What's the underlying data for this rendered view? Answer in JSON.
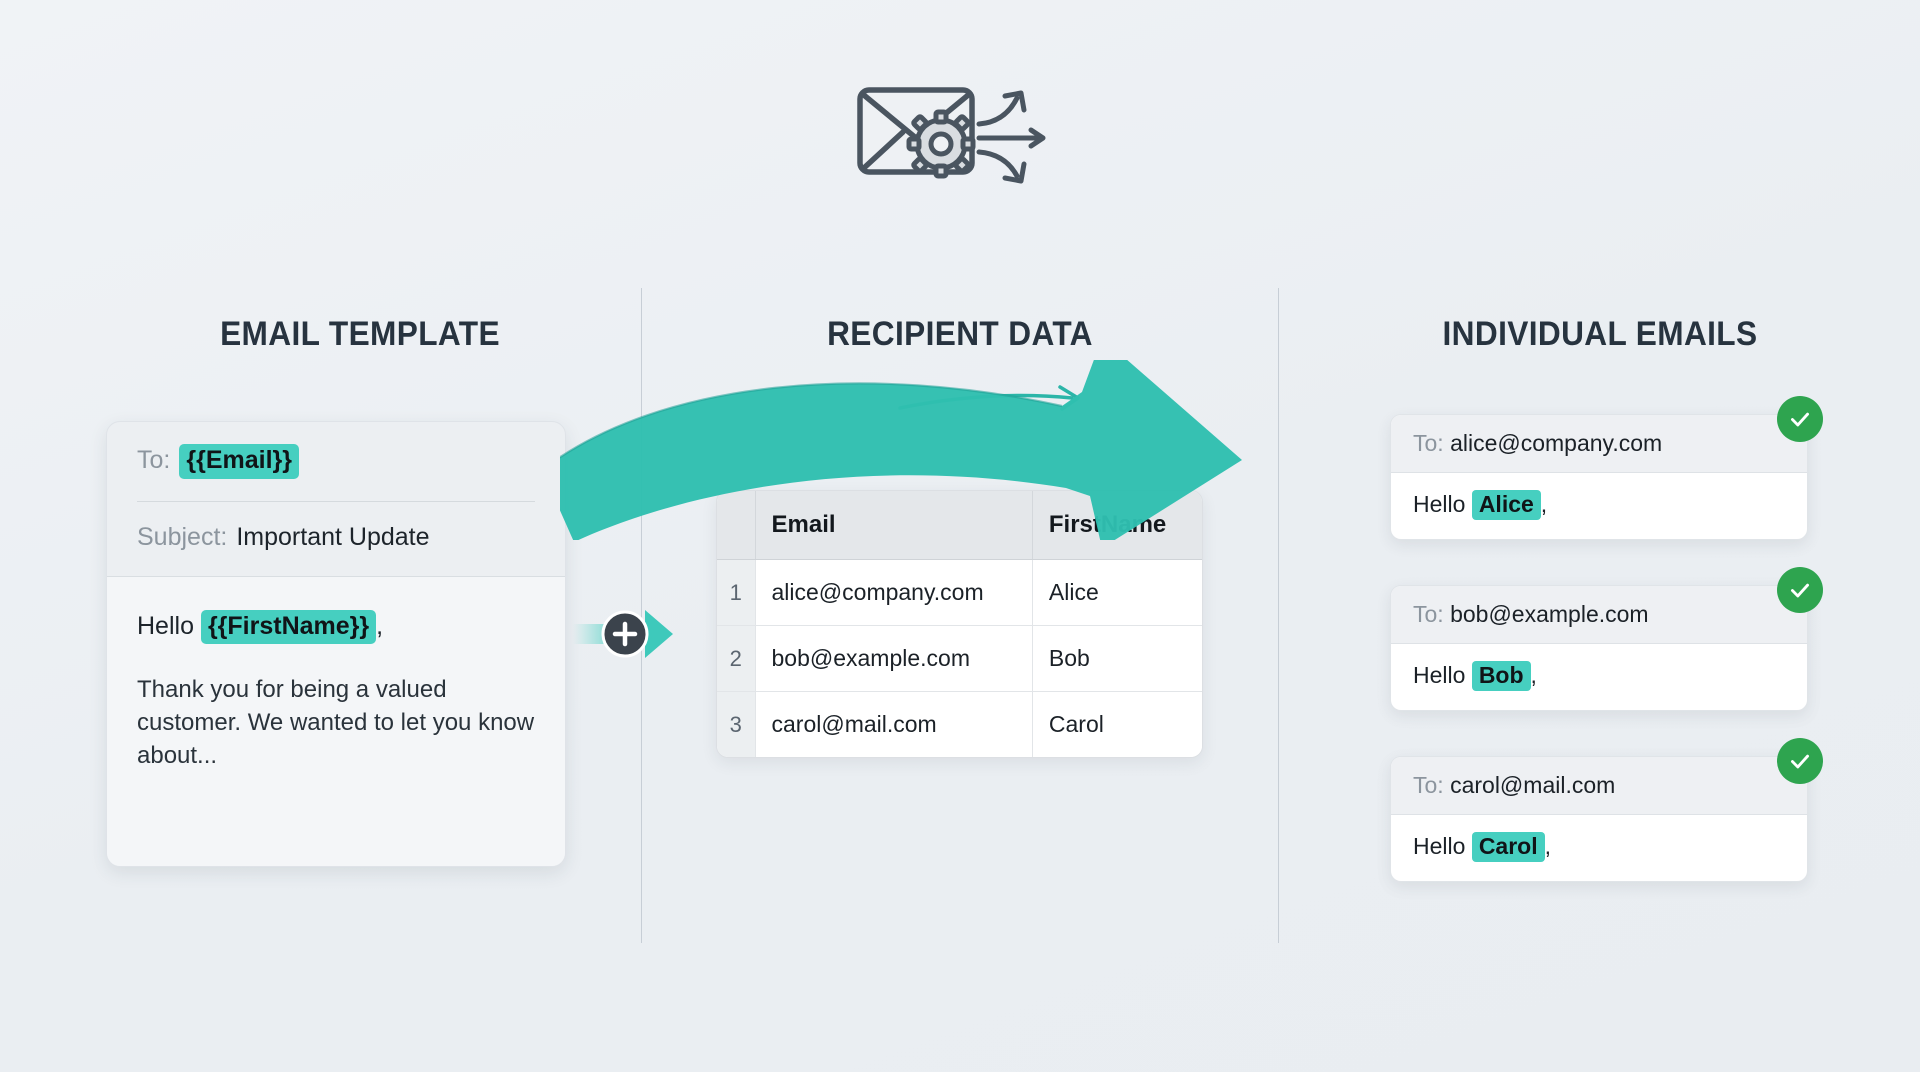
{
  "hero": {
    "icon": "envelope-gear-arrows-icon"
  },
  "sections": {
    "template_heading": "EMAIL TEMPLATE",
    "data_heading": "RECIPIENT DATA",
    "emails_heading": "INDIVIDUAL EMAILS"
  },
  "template": {
    "to_label": "To:",
    "to_variable": "{{Email}}",
    "subject_label": "Subject:",
    "subject_value": "Important Update",
    "greeting_prefix": "Hello",
    "greeting_variable": "{{FirstName}}",
    "greeting_suffix": ",",
    "body_text": "Thank you for being a valued customer. We wanted to let you know about..."
  },
  "connector": {
    "icon": "plus-icon",
    "arrow": "arrow-right-icon"
  },
  "recipient_table": {
    "columns": [
      "",
      "Email",
      "FirstName"
    ],
    "rows": [
      {
        "index": "1",
        "email": "alice@company.com",
        "firstname": "Alice"
      },
      {
        "index": "2",
        "email": "bob@example.com",
        "firstname": "Bob"
      },
      {
        "index": "3",
        "email": "carol@mail.com",
        "firstname": "Carol"
      }
    ]
  },
  "emails": {
    "to_label": "To:",
    "greeting_prefix": "Hello",
    "greeting_suffix": ",",
    "status_icon": "check-circle-icon",
    "cards": [
      {
        "to": "alice@company.com",
        "name": "Alice"
      },
      {
        "to": "bob@example.com",
        "name": "Bob"
      },
      {
        "to": "carol@mail.com",
        "name": "Carol"
      }
    ]
  },
  "colors": {
    "accent_teal": "#46cfc0",
    "arrow_teal": "#2bb5a8",
    "success_green": "#2ea44f",
    "heading_navy": "#27333f",
    "background": "#eef1f4"
  }
}
